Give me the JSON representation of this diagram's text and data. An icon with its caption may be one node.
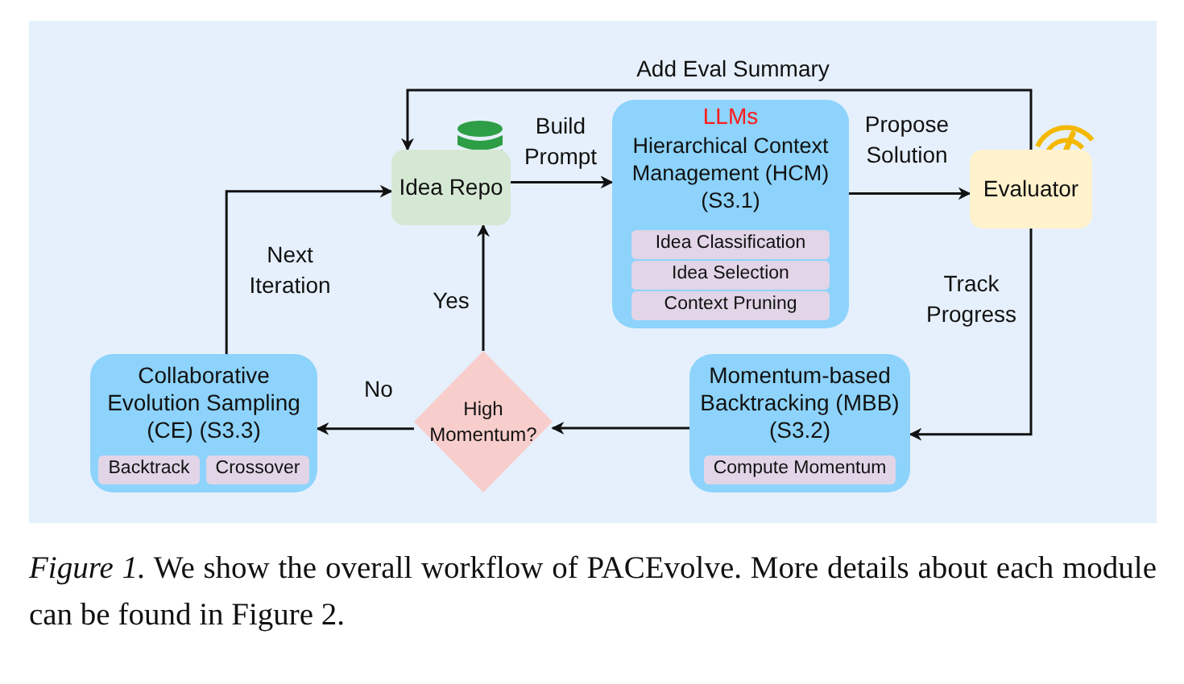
{
  "diagram": {
    "caption": "*Figure 1.* We show the overall workflow of PACEvolve. More details about each module can be found in Figure 2.",
    "nodes": [
      {
        "text": [
          "Idea Repo"
        ]
      },
      {
        "text": [
          "LLMs",
          "Hierarchical Context Management (HCM) (S3.1)"
        ]
      },
      {
        "text": [
          "Idea Classification"
        ],
        "in": 1
      },
      {
        "text": [
          "Idea Selection"
        ],
        "in": 1
      },
      {
        "text": [
          "Context Pruning"
        ],
        "in": 1
      },
      {
        "text": [
          "Evaluator"
        ]
      },
      {
        "text": [
          "Momentum-based Backtracking (MBB) (S3.2)"
        ]
      },
      {
        "text": [
          "Compute Momentum"
        ],
        "in": 6
      },
      {
        "text": [
          "High Momentum?"
        ]
      },
      {
        "text": [
          "Collaborative Evolution Sampling (CE) (S3.3)"
        ]
      },
      {
        "text": [
          "Backtrack"
        ],
        "in": 9
      },
      {
        "text": [
          "Crossover"
        ],
        "in": 9
      }
    ],
    "edges": [
      {
        "from": 0,
        "to": 1,
        "arrow": "to",
        "label": "Build Prompt"
      },
      {
        "from": 1,
        "to": 5,
        "arrow": "to",
        "label": "Propose Solution"
      },
      {
        "from": 5,
        "to": 0,
        "arrow": "to",
        "label": "Add Eval Summary"
      },
      {
        "from": 5,
        "to": 6,
        "arrow": "to",
        "label": "Track Progress"
      },
      {
        "from": 6,
        "to": 8,
        "arrow": "to"
      },
      {
        "from": 8,
        "to": 9,
        "arrow": "to",
        "label": "No"
      },
      {
        "from": 8,
        "to": 0,
        "arrow": "to",
        "label": "Yes"
      },
      {
        "from": 9,
        "to": 0,
        "arrow": "to",
        "label": "Next Iteration"
      }
    ]
  }
}
